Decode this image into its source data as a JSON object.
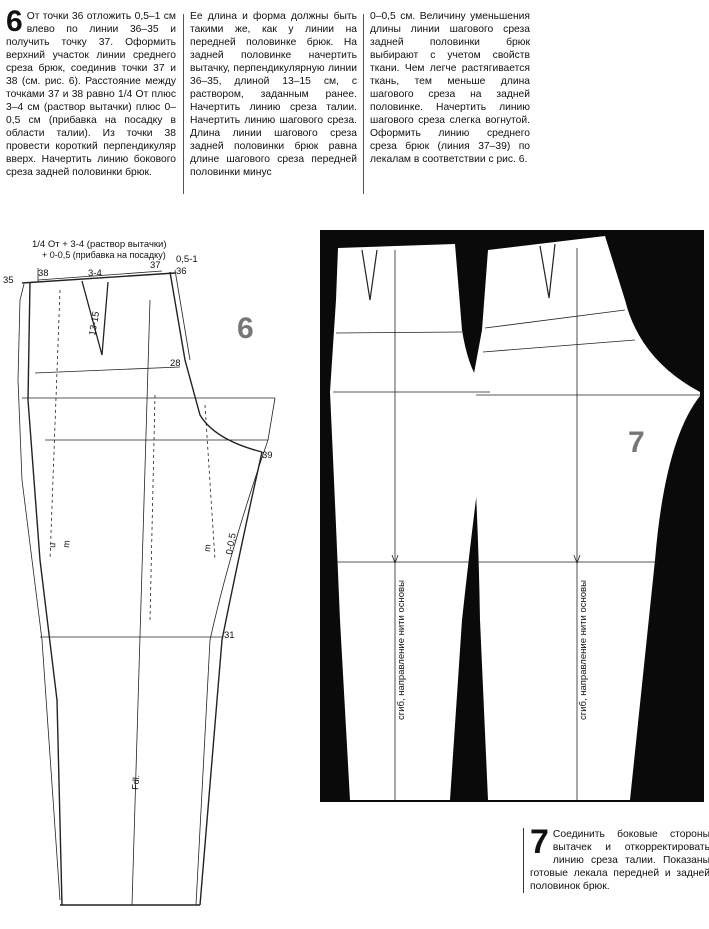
{
  "instructions": {
    "step6_number": "6",
    "col1_text": "От точки 36 отложить 0,5–1 см влево по линии 36–35 и получить точку 37. Оформить верхний участок линии среднего среза брюк, соединив точки 37 и 38 (см. рис. 6). Расстояние между точками 37 и 38 равно 1/4 От плюс 3–4 см (раствор вытачки) плюс 0–0,5 см (прибавка на посадку в области талии). Из точки 38 провести короткий перпендикуляр вверх. Начертить линию бокового среза задней половинки брюк.",
    "col2_text": "Ее длина и форма должны быть такими же, как у линии на передней половинке брюк. На задней половинке начертить вытачку, перпендикулярную линии 36–35, длиной 13–15 см, с раствором, заданным ранее. Начертить линию среза талии. Начертить линию шагового среза. Длина линии шагового среза задней половинки брюк равна длине шагового среза передней половинки минус",
    "col3_text": "0–0,5 см. Величину уменьшения длины линии шагового среза задней половинки брюк выбирают с учетом свойств ткани. Чем легче растягивается ткань, тем меньше длина шагового среза на задней половинке. Начертить линию шагового среза слегка вогнутой. Оформить линию среднего среза брюк (линия 37–39) по лекалам в соответствии с рис. 6."
  },
  "figure6": {
    "figure_number": "6",
    "formula_line1": "1/4 От + 3-4 (раствор вытачки)",
    "formula_line2": "+ 0-0,5 (прибавка на посадку)",
    "points": {
      "p35": "35",
      "p38": "38",
      "p34": "3-4",
      "p37": "37",
      "p051": "0,5-1",
      "p36": "36",
      "p1315": "13-15",
      "p28": "28",
      "p39": "39",
      "p005": "0-0,5",
      "p31": "31"
    },
    "marks": {
      "m_u": "u",
      "m_m1": "m",
      "m_m2": "m",
      "m_fdl": "Fdl."
    }
  },
  "figure7": {
    "figure_number": "7",
    "grain_label_left": "сгиб, направление нити основы",
    "grain_label_right": "сгиб, направление нити основы"
  },
  "caption7": {
    "step_number": "7",
    "text": "Соединить боковые стороны вытачек и откорректировать линию среза талии. Показаны готовые лекала передней и задней половинок брюк."
  }
}
